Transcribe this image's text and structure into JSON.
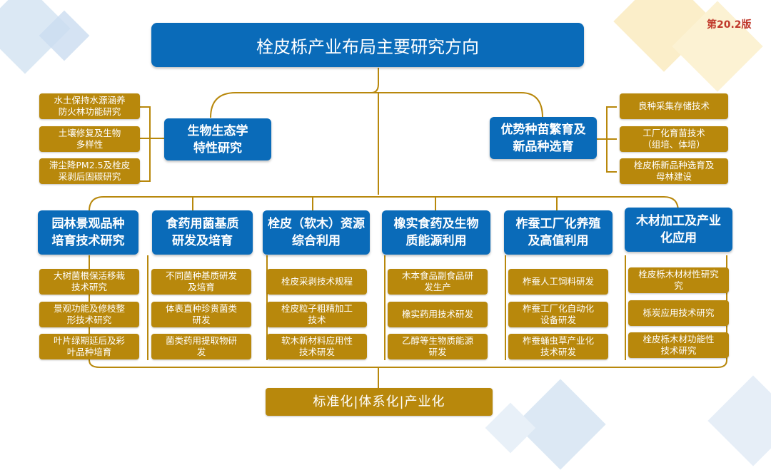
{
  "colors": {
    "blue": "#0a6bb9",
    "gold": "#b8880c",
    "line": "#b8880c",
    "version": "#c0392b"
  },
  "title": "栓皮栎产业布局主要研究方向",
  "version": "第20.2版",
  "left_group": {
    "title": "生物生态学\n特性研究",
    "items": [
      "水土保持水源涵养\n防火林功能研究",
      "土壤修复及生物\n多样性",
      "滞尘降PM2.5及栓皮\n采剥后固碳研究"
    ]
  },
  "right_group": {
    "title": "优势种苗繁育及\n新品种选育",
    "items": [
      "良种采集存储技术",
      "工厂化育苗技术\n（组培、体培）",
      "栓皮栎新品种选育及\n母林建设"
    ]
  },
  "categories": [
    {
      "title": "园林景观品种\n培育技术研究",
      "items": [
        "大树菌根保活移栽\n技术研究",
        "景观功能及修枝整\n形技术研究",
        "叶片绿期延后及彩\n叶品种培育"
      ]
    },
    {
      "title": "食药用菌基质\n研发及培育",
      "items": [
        "不同菌种基质研发\n及培育",
        "体表直种珍贵菌类\n研发",
        "菌类药用提取物研\n发"
      ]
    },
    {
      "title": "栓皮（软木）资源\n综合利用",
      "items": [
        "栓皮采剥技术规程",
        "栓皮粒子粗精加工\n技术",
        "软木新材料应用性\n技术研发"
      ]
    },
    {
      "title": "橡实食药及生物\n质能源利用",
      "items": [
        "木本食品副食品研\n发生产",
        "橡实药用技术研发",
        "乙醇等生物质能源\n研发"
      ]
    },
    {
      "title": "柞蚕工厂化养殖\n及高值利用",
      "items": [
        "柞蚕人工饲料研发",
        "柞蚕工厂化自动化\n设备研发",
        "柞蚕蛹虫草产业化\n技术研发"
      ]
    },
    {
      "title": "木材加工及产业\n化应用",
      "items": [
        "栓皮栎木材材性研究\n究",
        "栎炭应用技术研究",
        "栓皮栎木材功能性\n技术研究"
      ]
    }
  ],
  "bottom": "标准化|体系化|产业化"
}
